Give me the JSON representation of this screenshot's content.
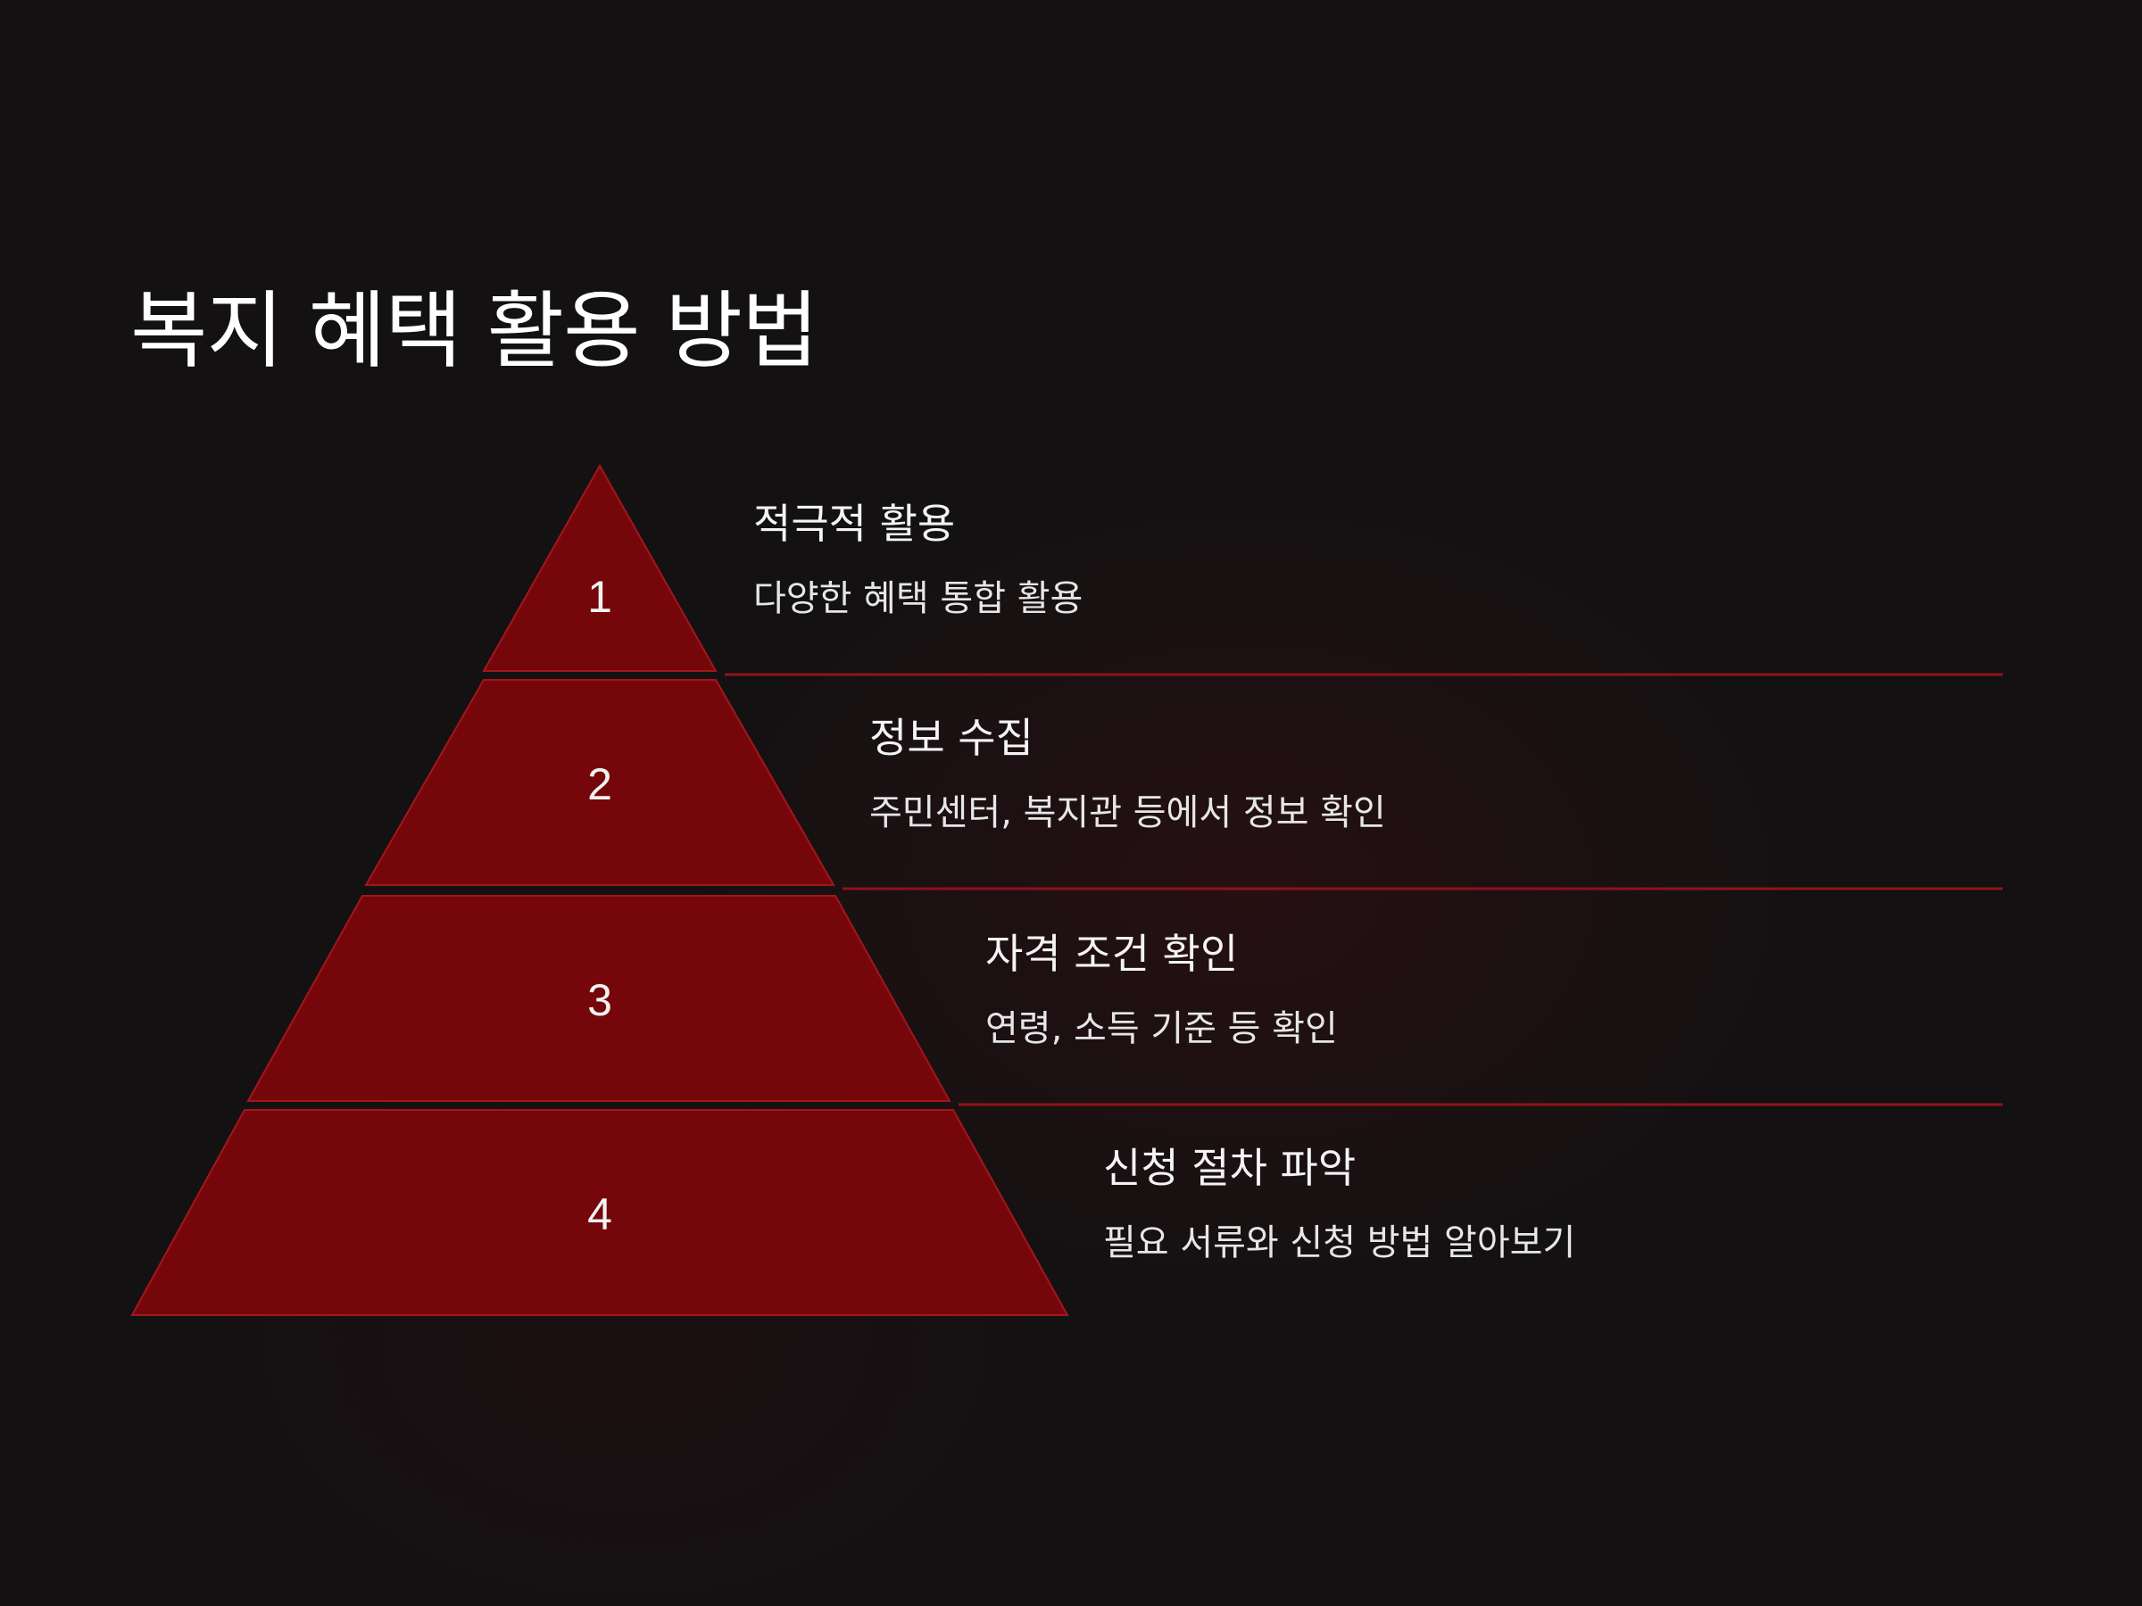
{
  "title": "복지 혜택 활용 방법",
  "colors": {
    "background": "#141112",
    "segment_fill": "#75070a",
    "segment_stroke": "#a3161d",
    "divider": "#8f1419",
    "text": "#f4f4f4"
  },
  "levels": [
    {
      "number": "1",
      "heading": "적극적 활용",
      "description": "다양한 혜택 통합 활용"
    },
    {
      "number": "2",
      "heading": "정보 수집",
      "description": "주민센터, 복지관 등에서 정보 확인"
    },
    {
      "number": "3",
      "heading": "자격 조건 확인",
      "description": "연령, 소득 기준 등 확인"
    },
    {
      "number": "4",
      "heading": "신청 절차 파악",
      "description": "필요 서류와 신청 방법 알아보기"
    }
  ]
}
